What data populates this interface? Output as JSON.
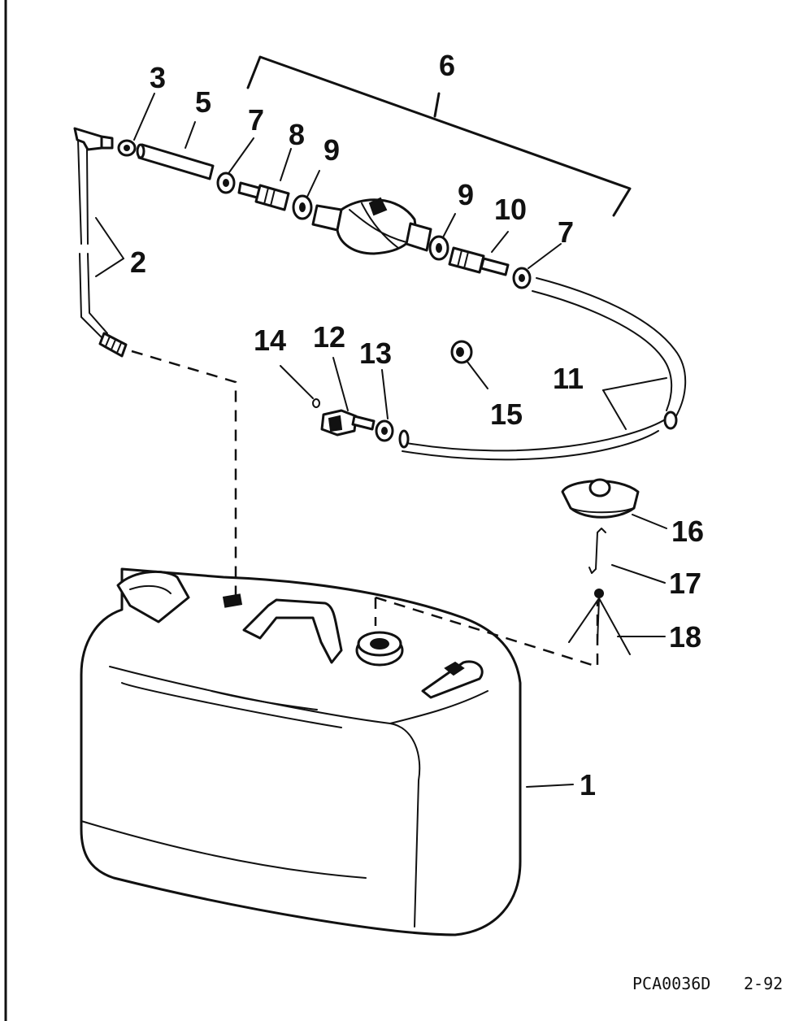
{
  "callouts": {
    "c1": "1",
    "c2": "2",
    "c3": "3",
    "c5": "5",
    "c6": "6",
    "c7a": "7",
    "c7b": "7",
    "c8": "8",
    "c9a": "9",
    "c9b": "9",
    "c10": "10",
    "c11": "11",
    "c12": "12",
    "c13": "13",
    "c14": "14",
    "c15": "15",
    "c16": "16",
    "c17": "17",
    "c18": "18"
  },
  "footer": {
    "drawing_code": "PCA0036D",
    "date_code": "2-92"
  }
}
